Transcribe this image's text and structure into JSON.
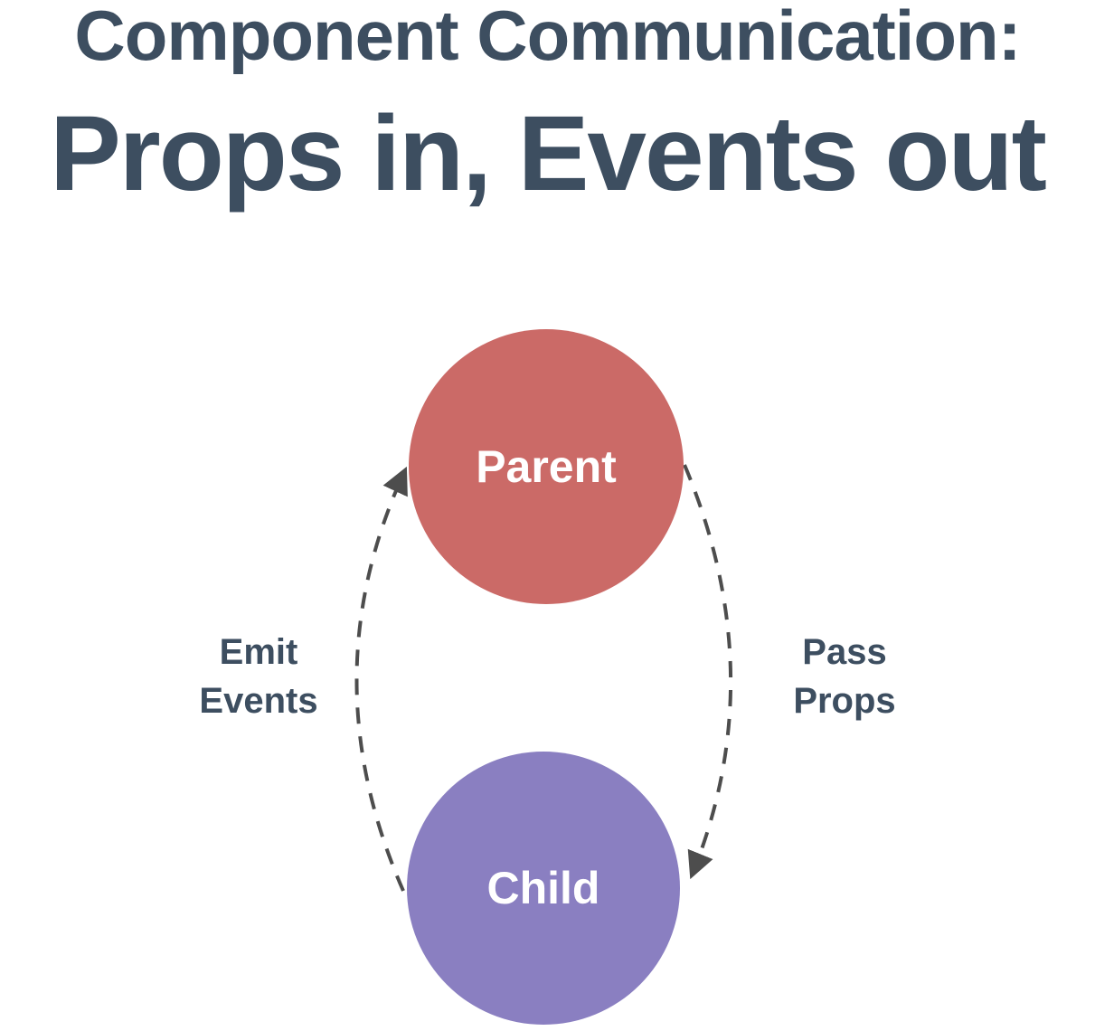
{
  "header": {
    "subtitle": "Component Communication:",
    "title": "Props in, Events out",
    "text_color": "#3d4e60"
  },
  "diagram": {
    "nodes": [
      {
        "id": "parent",
        "label": "Parent",
        "fill_color": "#cb6a67",
        "text_color": "#ffffff"
      },
      {
        "id": "child",
        "label": "Child",
        "fill_color": "#8a7fc1",
        "text_color": "#ffffff"
      }
    ],
    "edges": [
      {
        "id": "emit-events",
        "label_line1": "Emit",
        "label_line2": "Events",
        "from": "Child",
        "to": "Parent",
        "side": "left",
        "direction": "up",
        "style": "dashed"
      },
      {
        "id": "pass-props",
        "label_line1": "Pass",
        "label_line2": "Props",
        "from": "Parent",
        "to": "Child",
        "side": "right",
        "direction": "down",
        "style": "dashed"
      }
    ],
    "arrow_color": "#4d4d4d"
  }
}
